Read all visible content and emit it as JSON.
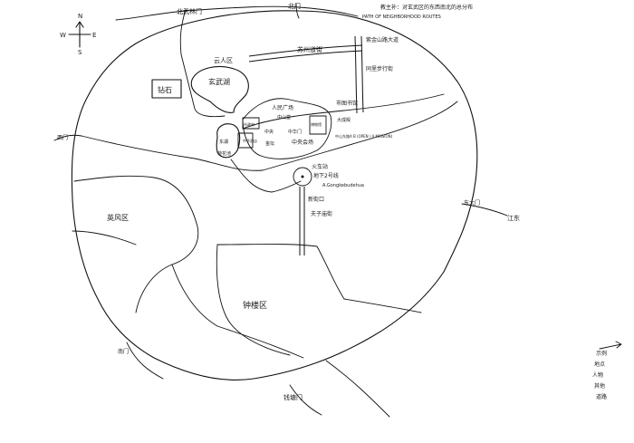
{
  "compass": {
    "n": "N",
    "s": "S",
    "e": "E",
    "w": "W"
  },
  "gates": {
    "north": "北武林门",
    "north_right": "北门",
    "west": "西门",
    "east": "东大门",
    "southwest": "南门",
    "south": "钱塘门"
  },
  "districts": {
    "southwest": "英风区",
    "south": "钟楼区",
    "lake": "玄武湖",
    "lake_north": "云人区",
    "inner_lake": "东湖",
    "inner_lake_sub": "荷花池",
    "box_left": "钻石",
    "far_right": "江东"
  },
  "streets": {
    "north_street": "苏州道街",
    "vertical_street_top": "紫金山路大道",
    "vertical_street_label": "同里步行街",
    "center_label": "人民广场",
    "center_sub": "中山堂",
    "square_left": "中央",
    "square_label": "中华门",
    "square_right_box": "博物馆",
    "museum_label": "市图书馆",
    "gov_label": "市政府",
    "gold_label": "金坛",
    "arrow_label": "大成殿",
    "office_label": "中华酒店",
    "center_right": "中央会场",
    "circle_top": "火车站",
    "circle_label": "地下2号线",
    "circle_sub": "A.Gongkebudehua",
    "south_a": "新街口",
    "south_b": "夫子庙街"
  },
  "notes": {
    "top_right": "教主补：对玄武区的东西南北的总分布",
    "top_right_2": "PATH OF NEIGHBORHOOD ROUTES",
    "center_note": "中山东路A B (OPEN / A MISSION)",
    "side_1": "示例",
    "side_2": "地点",
    "side_3": "人物",
    "side_4": "其他",
    "side_5": "道路"
  }
}
